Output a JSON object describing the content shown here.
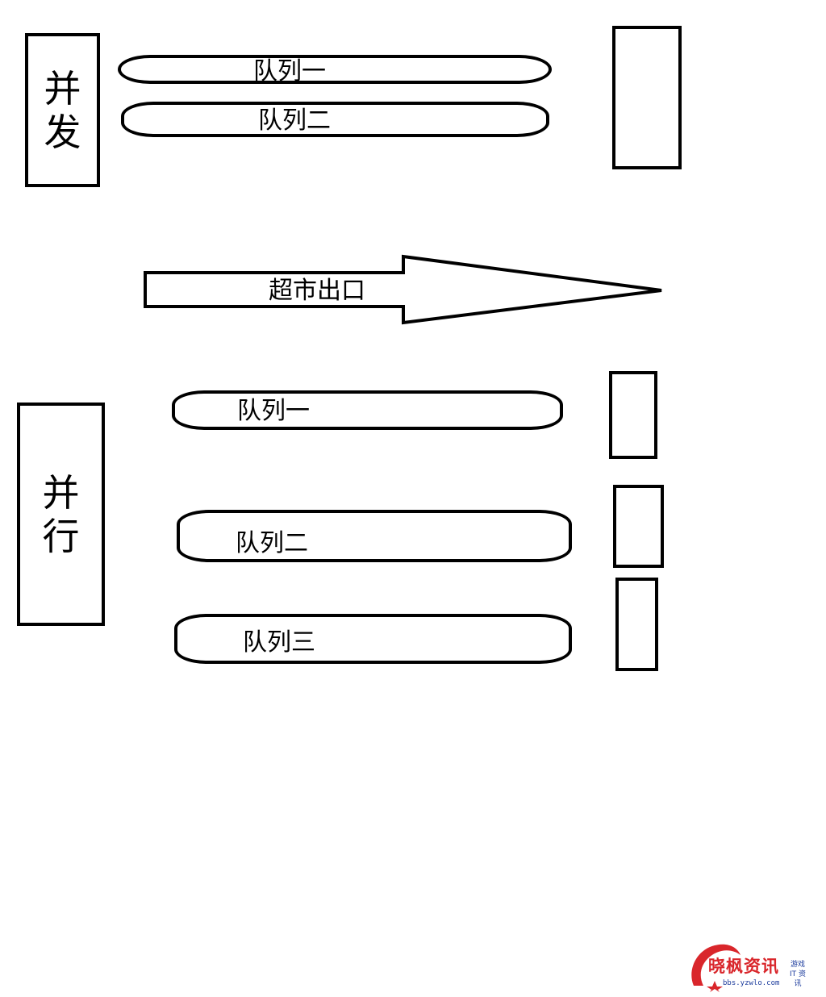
{
  "concurrent": {
    "label": "并发",
    "queues": [
      {
        "label": "队列一"
      },
      {
        "label": "队列二"
      }
    ]
  },
  "arrow": {
    "label": "超市出口"
  },
  "parallel": {
    "label": "并行",
    "queues": [
      {
        "label": "队列一"
      },
      {
        "label": "队列二"
      },
      {
        "label": "队列三"
      }
    ]
  },
  "watermark": {
    "title": "晓枫资讯",
    "url": "bbs.yzwlo.com",
    "side_text": "游戏 IT 资讯",
    "brand_color": "#d9262b",
    "accent_color": "#1a3a9c"
  }
}
